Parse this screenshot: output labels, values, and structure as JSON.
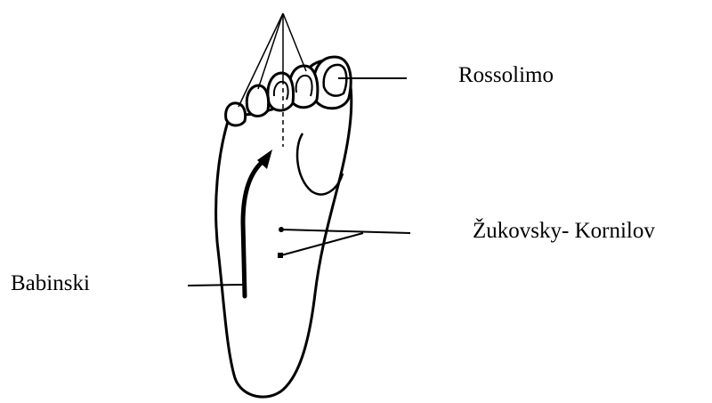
{
  "diagram": {
    "labels": {
      "rossolimo": "Rossolimo",
      "zukovsky_kornilov": "Žukovsky- Kornilov",
      "babinski": "Babinski"
    }
  }
}
